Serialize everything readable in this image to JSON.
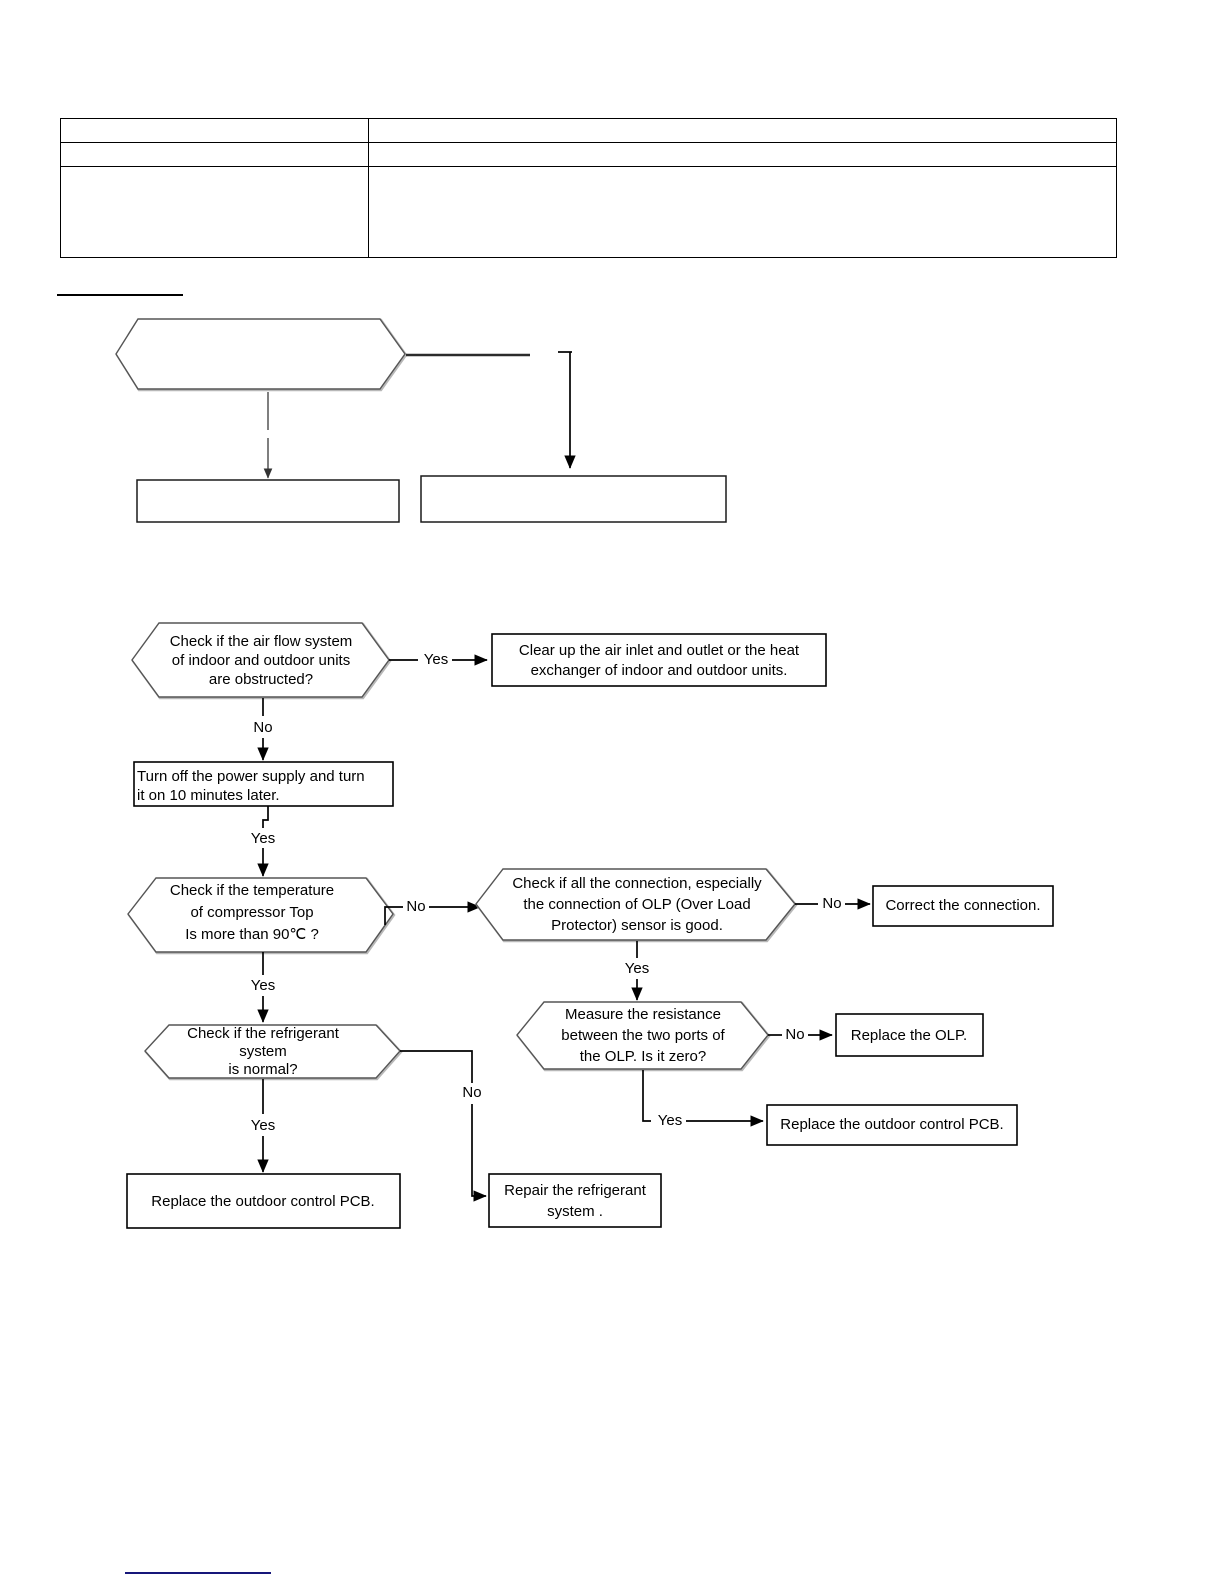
{
  "page": {
    "background": "#ffffff",
    "rule_top_color": "#000000",
    "rule_bottom_color": "#17177a"
  },
  "spec_table": {
    "rows": [
      {
        "label": "",
        "value": ""
      },
      {
        "label": "",
        "value": ""
      },
      {
        "label": "",
        "value": ""
      }
    ]
  },
  "upper_diagram": {
    "decision": {
      "text": ""
    },
    "box_left": {
      "text": ""
    },
    "box_right": {
      "text": ""
    }
  },
  "flowchart": {
    "nodes": {
      "airflow_check": {
        "shape": "hexagon",
        "lines": [
          "Check if the air flow system",
          "of indoor and outdoor units",
          "are obstructed?"
        ]
      },
      "clear_air": {
        "shape": "box",
        "lines": [
          "Clear up the air inlet and outlet or the heat",
          "exchanger of indoor and outdoor units."
        ]
      },
      "power_cycle": {
        "shape": "box",
        "lines": [
          "Turn off the power supply and turn",
          "it on 10 minutes later."
        ]
      },
      "temp_check": {
        "shape": "hexagon",
        "lines": [
          "Check  if the temperature",
          "of compressor Top",
          "Is  more than 90℃ ?"
        ]
      },
      "connection_check": {
        "shape": "hexagon",
        "lines": [
          "Check if all the connection, especially",
          "the connection of OLP (Over Load",
          "Protector) sensor is good."
        ]
      },
      "correct_connection": {
        "shape": "box",
        "lines": [
          "Correct the connection."
        ]
      },
      "measure_resistance": {
        "shape": "hexagon",
        "lines": [
          "Measure    the    resistance",
          "between  the  two  ports  of",
          "the OLP. Is it zero?"
        ]
      },
      "replace_olp": {
        "shape": "box",
        "lines": [
          "Replace the OLP."
        ]
      },
      "refrigerant_check": {
        "shape": "hexagon",
        "lines": [
          "Check if the refrigerant",
          "system",
          "is normal?"
        ]
      },
      "replace_pcb_right": {
        "shape": "box",
        "lines": [
          "Replace the outdoor control PCB."
        ]
      },
      "replace_pcb_left": {
        "shape": "box",
        "lines": [
          "Replace the outdoor control PCB."
        ]
      },
      "repair_refrigerant": {
        "shape": "box",
        "lines": [
          "Repair the refrigerant",
          "system ."
        ]
      }
    },
    "edges": {
      "airflow_yes": "Yes",
      "airflow_no": "No",
      "power_yes": "Yes",
      "temp_no": "No",
      "temp_yes": "Yes",
      "connection_no": "No",
      "connection_yes": "Yes",
      "resistance_no": "No",
      "resistance_yes": "Yes",
      "refrigerant_yes": "Yes",
      "refrigerant_no": "No"
    }
  }
}
